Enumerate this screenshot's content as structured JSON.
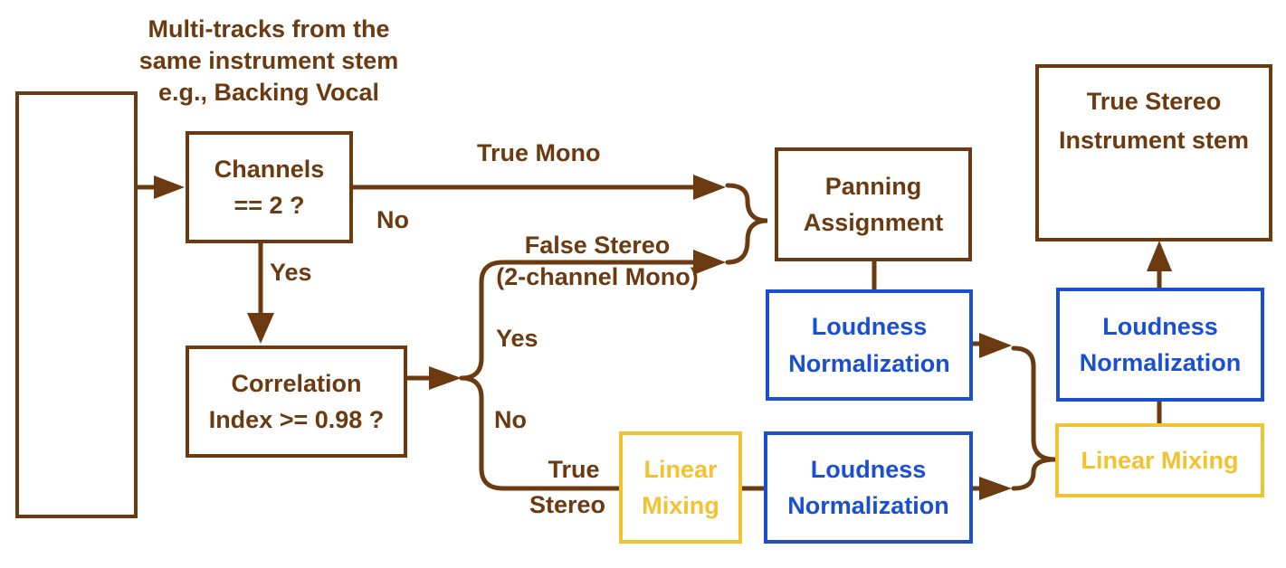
{
  "labels": {
    "source_caption": [
      "Multi-tracks from the",
      "same instrument stem",
      "e.g., Backing Vocal"
    ],
    "true_mono": "True Mono",
    "no_top": "No",
    "yes_top": "Yes",
    "false_stereo": [
      "False Stereo",
      "(2-channel Mono)"
    ],
    "yes_mid": "Yes",
    "no_mid": "No",
    "true_stereo": [
      "True",
      "Stereo"
    ]
  },
  "boxes": {
    "channels": [
      "Channels",
      "== 2 ?"
    ],
    "correlation": [
      "Correlation",
      "Index >= 0.98 ?"
    ],
    "panning": [
      "Panning",
      "Assignment"
    ],
    "loudness_top": [
      "Loudness",
      "Normalization"
    ],
    "linear_mixing_left": [
      "Linear",
      "Mixing"
    ],
    "loudness_bottom": [
      "Loudness",
      "Normalization"
    ],
    "linear_mixing_right": [
      "Linear Mixing"
    ],
    "loudness_right": [
      "Loudness",
      "Normalization"
    ],
    "output": [
      "True Stereo",
      "Instrument stem"
    ]
  },
  "colors": {
    "brown": "#6b3a10",
    "blue": "#1a4fcf",
    "yellow": "#f2c230",
    "wave_colors": [
      "#6b3a10",
      "#3a7a2a",
      "#f2c230",
      "#3a7ad0",
      "#c0282a"
    ]
  },
  "icons": {
    "source_tracks": "multitrack-waveform-icon",
    "output": "audio-waveform-badge-icon"
  }
}
